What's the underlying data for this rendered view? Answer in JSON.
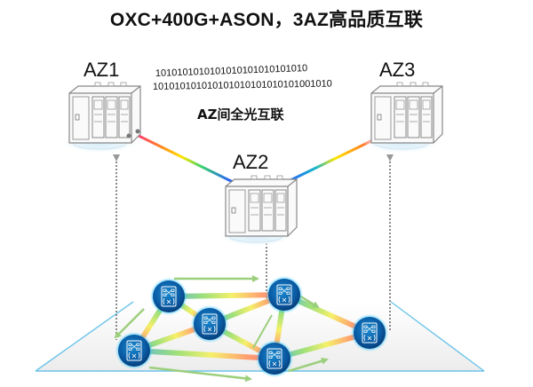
{
  "title": "OXC+400G+ASON，3AZ高品质互联",
  "link_label": "AZ间全光互联",
  "binary_stream": {
    "line1": "1010101010101010101010101010",
    "line2": "101010101010101010101010101001010"
  },
  "availability_zones": [
    {
      "id": "az1",
      "label": "AZ1"
    },
    {
      "id": "az2",
      "label": "AZ2"
    },
    {
      "id": "az3",
      "label": "AZ3"
    }
  ],
  "network_nodes": [
    {
      "id": "n1",
      "icon": "oxc-device-icon"
    },
    {
      "id": "n2",
      "icon": "oxc-device-icon"
    },
    {
      "id": "n3",
      "icon": "oxc-device-icon"
    },
    {
      "id": "n4",
      "icon": "oxc-device-icon"
    },
    {
      "id": "n5",
      "icon": "oxc-device-icon"
    },
    {
      "id": "n6",
      "icon": "oxc-device-icon"
    }
  ],
  "mesh_links": [
    [
      "n1",
      "n2"
    ],
    [
      "n1",
      "n3"
    ],
    [
      "n1",
      "n4"
    ],
    [
      "n3",
      "n2"
    ],
    [
      "n4",
      "n3"
    ],
    [
      "n3",
      "n5"
    ],
    [
      "n4",
      "n5"
    ],
    [
      "n2",
      "n5"
    ],
    [
      "n2",
      "n6"
    ],
    [
      "n5",
      "n6"
    ]
  ],
  "colors": {
    "spectrum": [
      "#ff2d8a",
      "#ff6a3d",
      "#ffd400",
      "#f6ff00",
      "#37d36b",
      "#19b6c9",
      "#2a5cff"
    ],
    "node_fill": "#0b5fa8",
    "node_glow": "#29c4ff",
    "platform_edge": "#6cc4ea",
    "arrow_green": "#9ccf7d",
    "dotted_gray": "#8a8a8a"
  }
}
